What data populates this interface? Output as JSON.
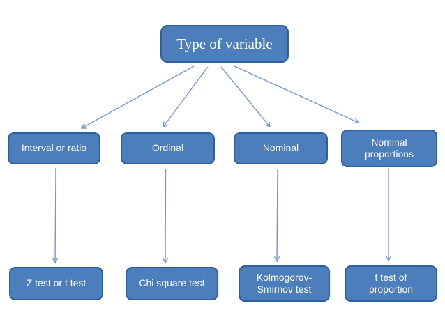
{
  "diagram": {
    "title": "Type of variable",
    "nodes": {
      "root": "Type of variable",
      "level2": [
        "Interval or ratio",
        "Ordinal",
        "Nominal",
        "Nominal proportions"
      ],
      "level3": [
        "Z test or t test",
        "Chi square test",
        "Kolmogorov-Smirnov test",
        "t test of proportion"
      ]
    },
    "edges": [
      {
        "from": "Type of variable",
        "to": "Interval or ratio"
      },
      {
        "from": "Type of variable",
        "to": "Ordinal"
      },
      {
        "from": "Type of variable",
        "to": "Nominal"
      },
      {
        "from": "Type of variable",
        "to": "Nominal proportions"
      },
      {
        "from": "Interval or ratio",
        "to": "Z test or t test"
      },
      {
        "from": "Ordinal",
        "to": "Chi square test"
      },
      {
        "from": "Nominal",
        "to": "Kolmogorov-Smirnov test"
      },
      {
        "from": "Nominal proportions",
        "to": "t test of proportion"
      }
    ],
    "colors": {
      "box_fill": "#4C7EBC",
      "box_border": "#2E5E9C",
      "arrow": "#7497D2",
      "text": "#FFFFFF",
      "background": "#FFFFFF"
    }
  }
}
